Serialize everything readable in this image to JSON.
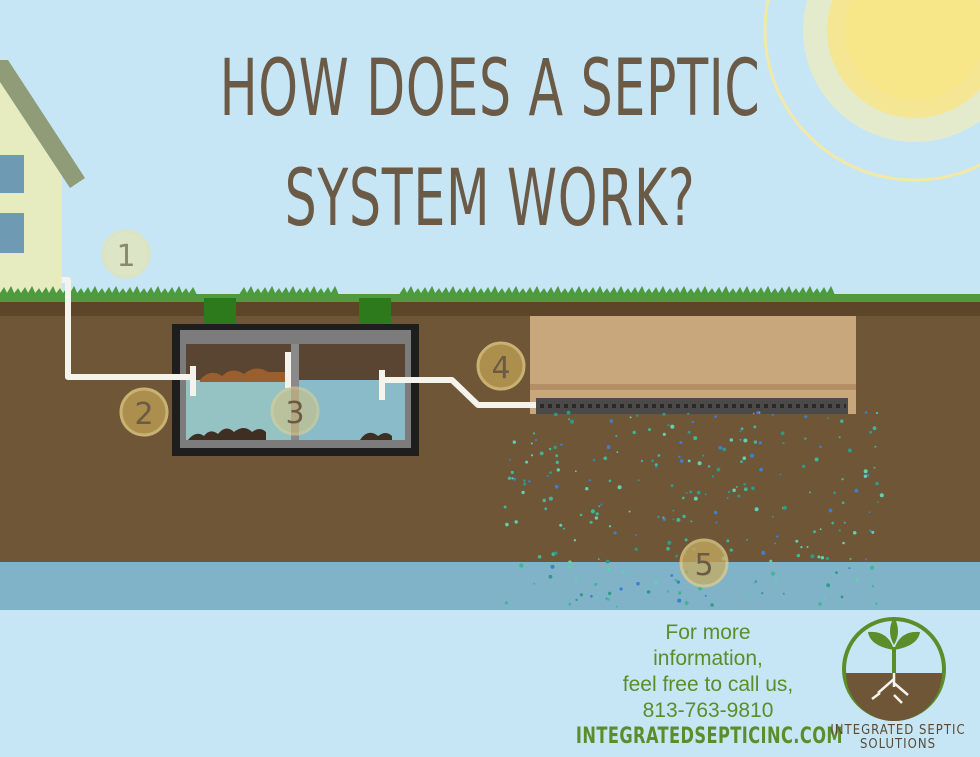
{
  "title": {
    "line1": "HOW DOES A SEPTIC",
    "line2": "SYSTEM WORK?"
  },
  "steps": [
    "1",
    "2",
    "3",
    "4",
    "5"
  ],
  "contact": {
    "line1": "For more",
    "line2": "information,",
    "line3": "feel free to call us,",
    "phone": "813-763-9810",
    "website": "INTEGRATEDSEPTICINC.COM"
  },
  "brand": {
    "line1": "INTEGRATED SEPTIC",
    "line2": "SOLUTIONS"
  },
  "colors": {
    "sky": "#c6e6f5",
    "soil": "#6f5637",
    "groundwater": "#80b2c8",
    "title": "#6b5a45",
    "accent_green": "#5b8d2a",
    "step_badge": "#b89a52"
  }
}
